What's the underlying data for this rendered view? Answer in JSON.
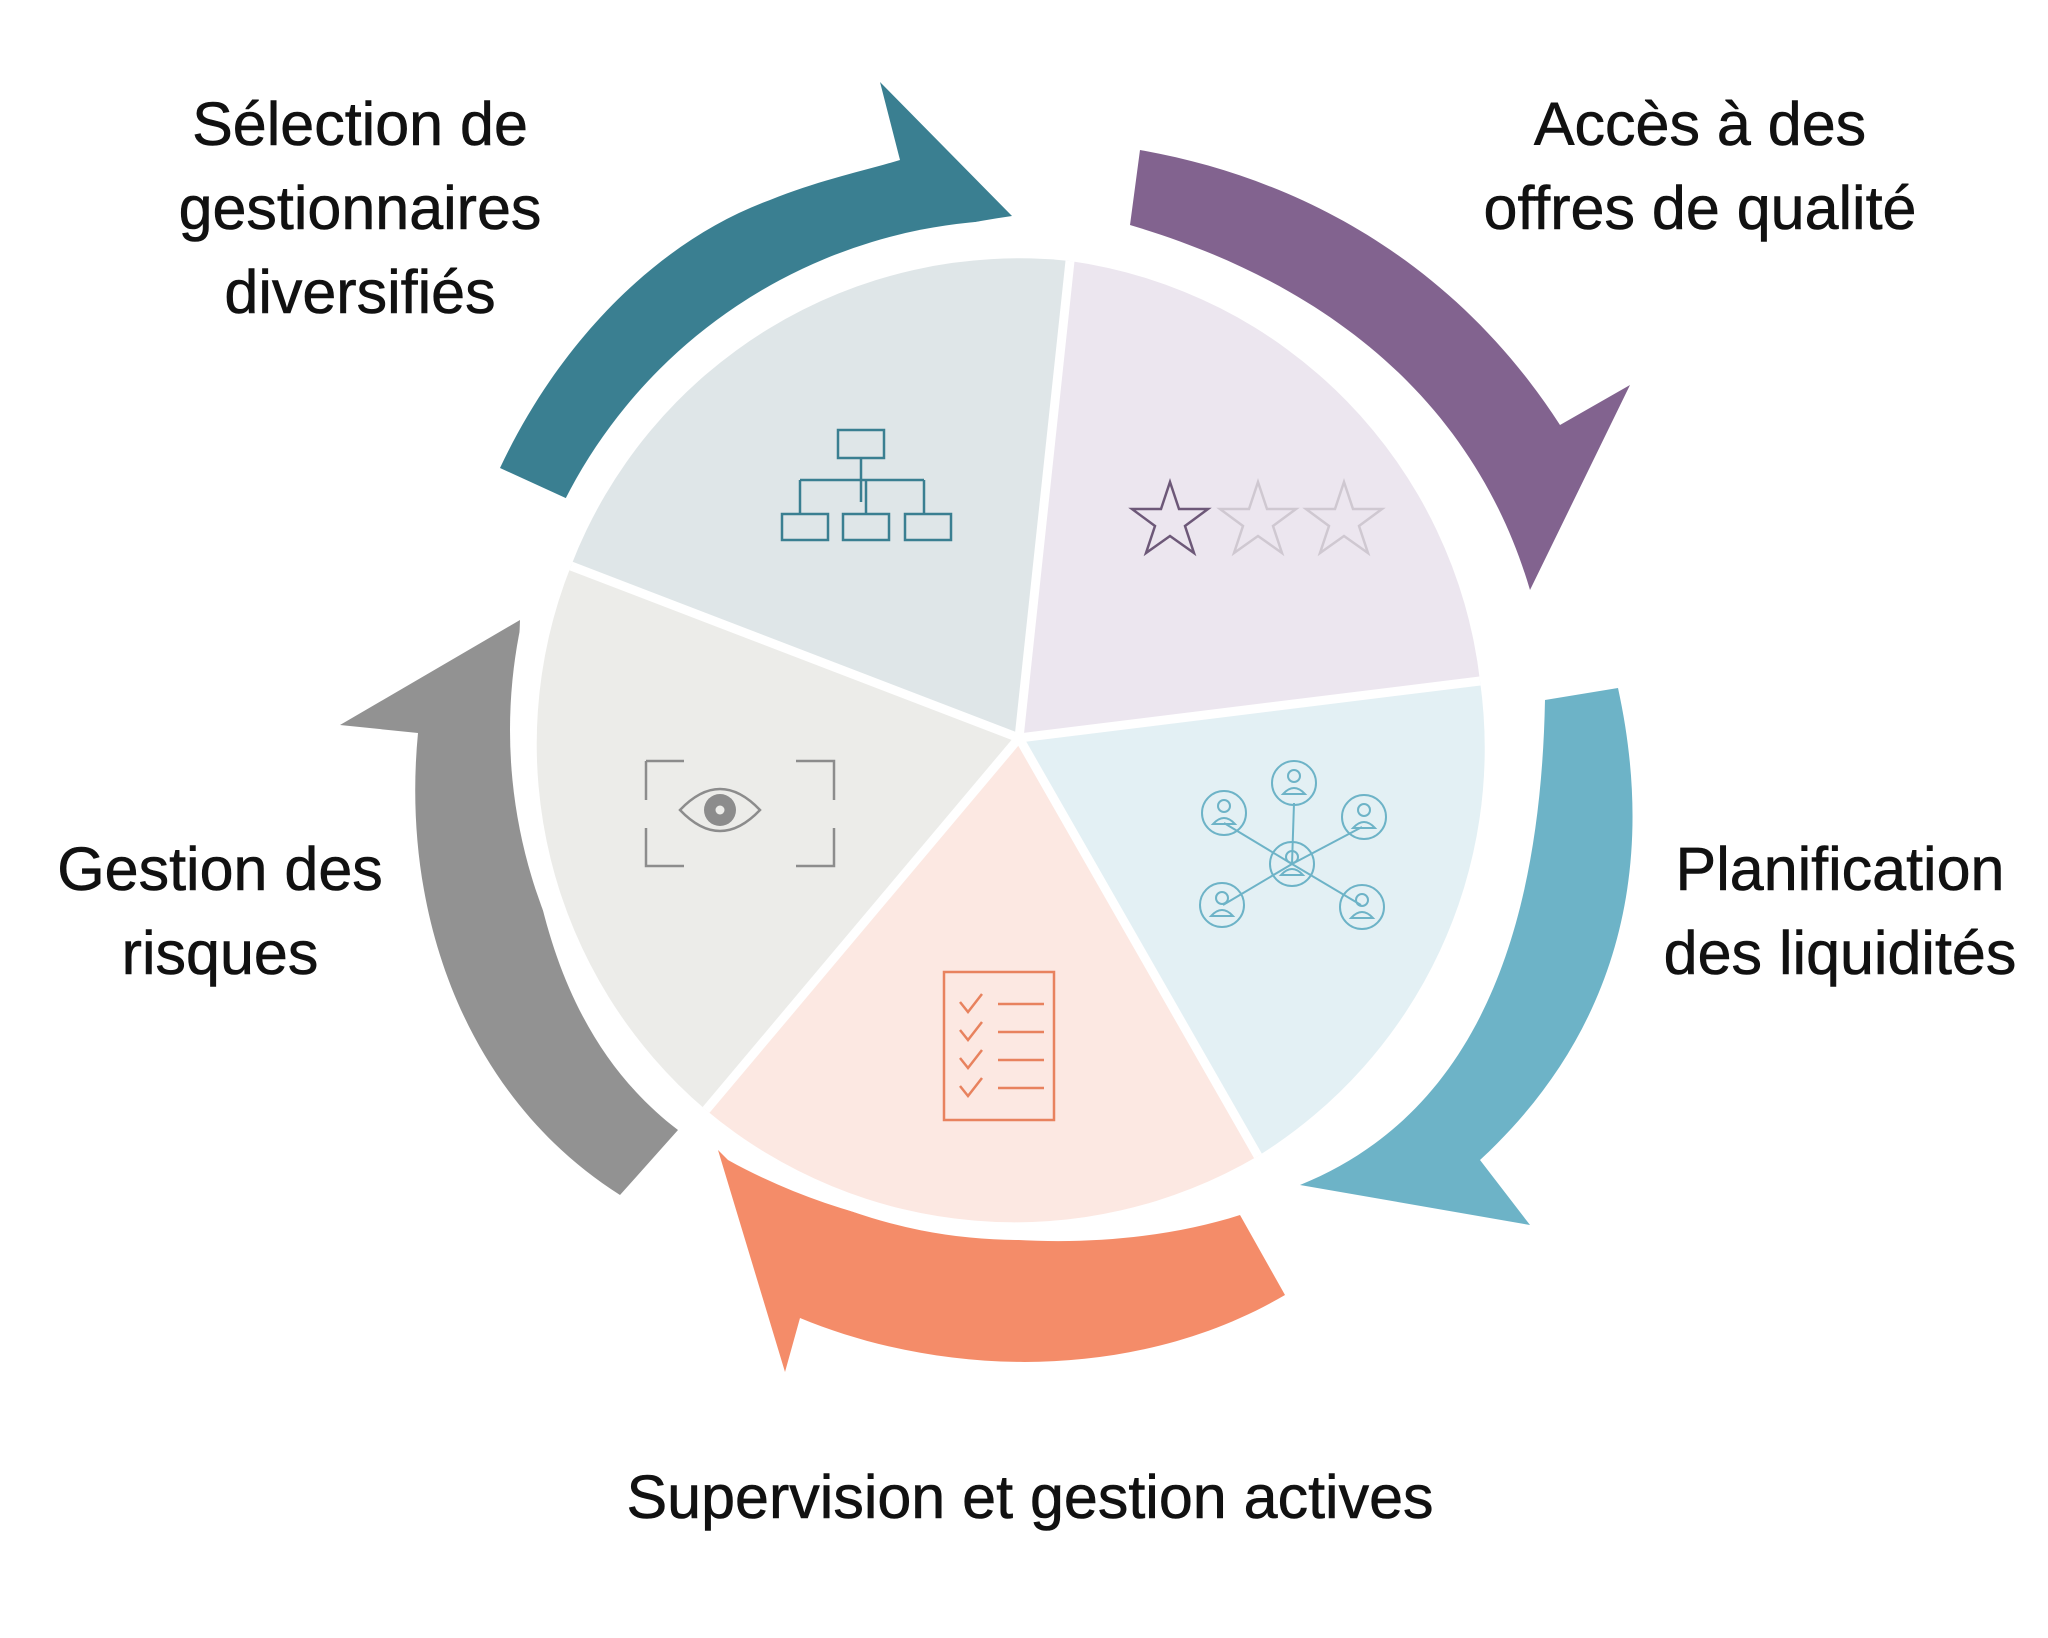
{
  "steps": [
    {
      "id": "selection",
      "lines": [
        "Sélection de",
        "gestionnaires",
        "diversifiés"
      ],
      "icon": "org-chart-icon",
      "color": "#3a7f91",
      "fill": "#dfe6e8"
    },
    {
      "id": "acces",
      "lines": [
        "Accès à des",
        "offres de qualité"
      ],
      "icon": "star-rating-icon",
      "color": "#82638f",
      "fill": "#ece6ef"
    },
    {
      "id": "planification",
      "lines": [
        "Planification",
        "des liquidités"
      ],
      "icon": "network-icon",
      "color": "#6db3c7",
      "fill": "#e3f0f4"
    },
    {
      "id": "supervision",
      "lines": [
        "Supervision et gestion actives"
      ],
      "icon": "checklist-icon",
      "color": "#f48c69",
      "fill": "#fce8e2"
    },
    {
      "id": "risques",
      "lines": [
        "Gestion des",
        "risques"
      ],
      "icon": "eye-icon",
      "color": "#929292",
      "fill": "#ecece9"
    }
  ]
}
